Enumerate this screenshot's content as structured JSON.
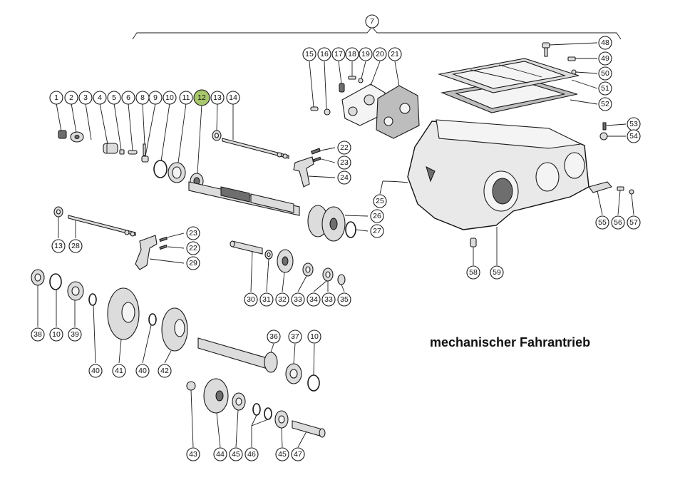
{
  "title": "mechanischer Fahrantrieb",
  "highlight_color": "#a8c66c",
  "highlighted_part": "12",
  "callouts": [
    "1",
    "2",
    "3",
    "4",
    "5",
    "6",
    "7",
    "8",
    "9",
    "10",
    "11",
    "12",
    "13",
    "14",
    "15",
    "16",
    "17",
    "18",
    "19",
    "20",
    "21",
    "22",
    "23",
    "24",
    "25",
    "26",
    "27",
    "28",
    "29",
    "30",
    "31",
    "32",
    "33",
    "34",
    "35",
    "36",
    "37",
    "38",
    "39",
    "40",
    "41",
    "42",
    "43",
    "44",
    "45",
    "46",
    "47",
    "48",
    "49",
    "50",
    "51",
    "52",
    "53",
    "54",
    "55",
    "56",
    "57",
    "58",
    "59"
  ]
}
